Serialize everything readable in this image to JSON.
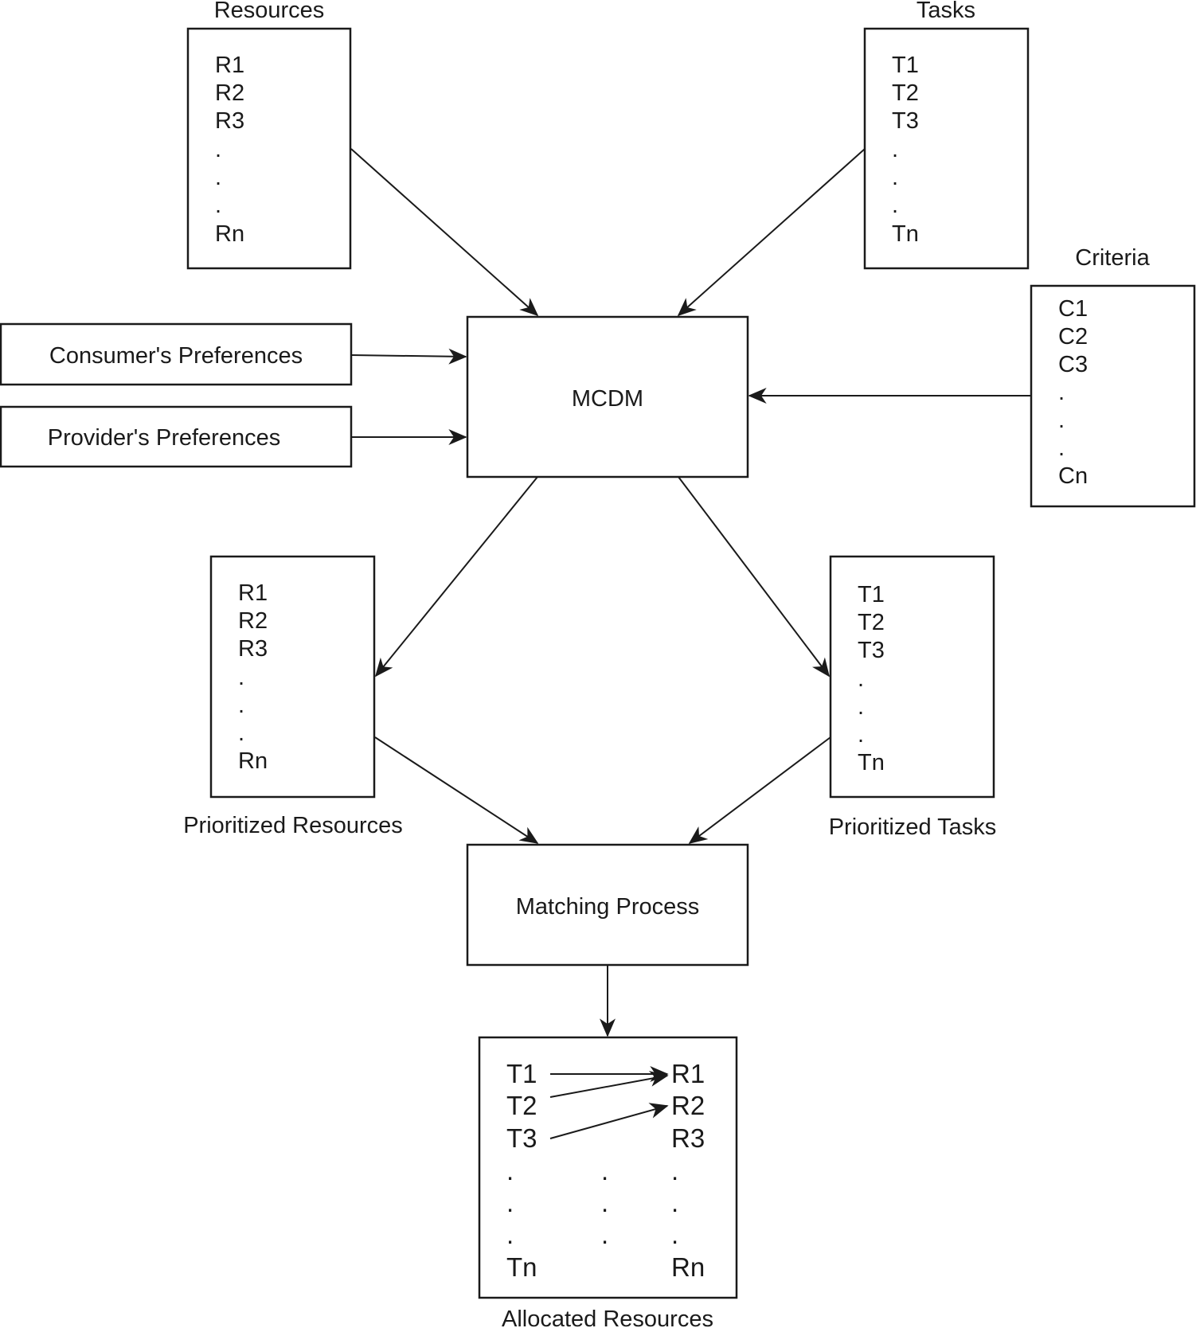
{
  "labels": {
    "resources": "Resources",
    "tasks": "Tasks",
    "criteria": "Criteria",
    "prioritized_resources": "Prioritized Resources",
    "prioritized_tasks": "Prioritized Tasks",
    "allocated_resources": "Allocated Resources"
  },
  "boxes": {
    "consumer_preferences": "Consumer's Preferences",
    "provider_preferences": "Provider's Preferences",
    "mcdm": "MCDM",
    "matching_process": "Matching Process"
  },
  "lists": {
    "resources": [
      "R1",
      "R2",
      "R3",
      ".",
      ".",
      ".",
      "Rn"
    ],
    "tasks": [
      "T1",
      "T2",
      "T3",
      ".",
      ".",
      ".",
      "Tn"
    ],
    "criteria": [
      "C1",
      "C2",
      "C3",
      ".",
      ".",
      ".",
      "Cn"
    ],
    "prioritized_resources": [
      "R1",
      "R2",
      "R3",
      ".",
      ".",
      ".",
      "Rn"
    ],
    "prioritized_tasks": [
      "T1",
      "T2",
      "T3",
      ".",
      ".",
      ".",
      "Tn"
    ]
  },
  "allocation": {
    "tasks": [
      "T1",
      "T2",
      "T3",
      ".",
      ".",
      ".",
      "Tn"
    ],
    "middle": [
      ".",
      ".",
      "."
    ],
    "resources": [
      "R1",
      "R2",
      "R3",
      ".",
      ".",
      ".",
      "Rn"
    ]
  }
}
